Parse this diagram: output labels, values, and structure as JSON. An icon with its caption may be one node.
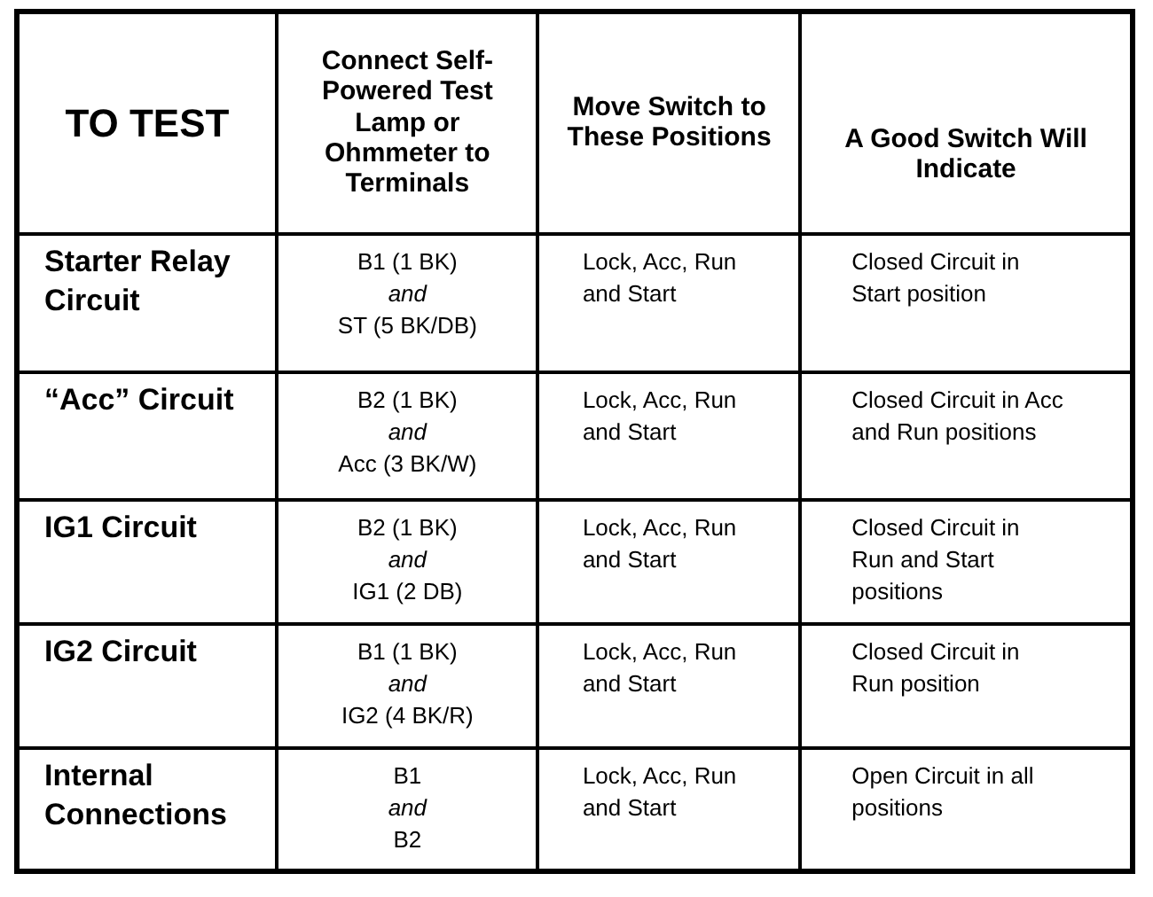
{
  "diagram": {
    "labels": [
      "TO TEST",
      "Connect Self-Powered Test Lamp or Ohmmeter to Terminals",
      "Move Switch to These Positions",
      "A Good Switch Will Indicate",
      "Starter Relay Circuit",
      "B1 (1 BK)",
      "and",
      "ST (5 BK/DB)",
      "Lock, Acc, Run and Start",
      "Closed Circuit in Start position",
      "“Acc” Circuit",
      "B2 (1 BK)",
      "and",
      "Acc (3 BK/W)",
      "Lock, Acc, Run and Start",
      "Closed Circuit in Acc and Run positions",
      "IG1 Circuit",
      "B2 (1 BK)",
      "and",
      "IG1 (2 DB)",
      "Lock, Acc, Run and Start",
      "Closed Circuit in Run and Start positions",
      "IG2 Circuit",
      "B1 (1 BK)",
      "and",
      "IG2 (4 BK/R)",
      "Lock, Acc, Run and Start",
      "Closed Circuit in Run position",
      "Internal Connections",
      "B1",
      "and",
      "B2",
      "Lock, Acc, Run and Start",
      "Open Circuit in all positions"
    ]
  }
}
